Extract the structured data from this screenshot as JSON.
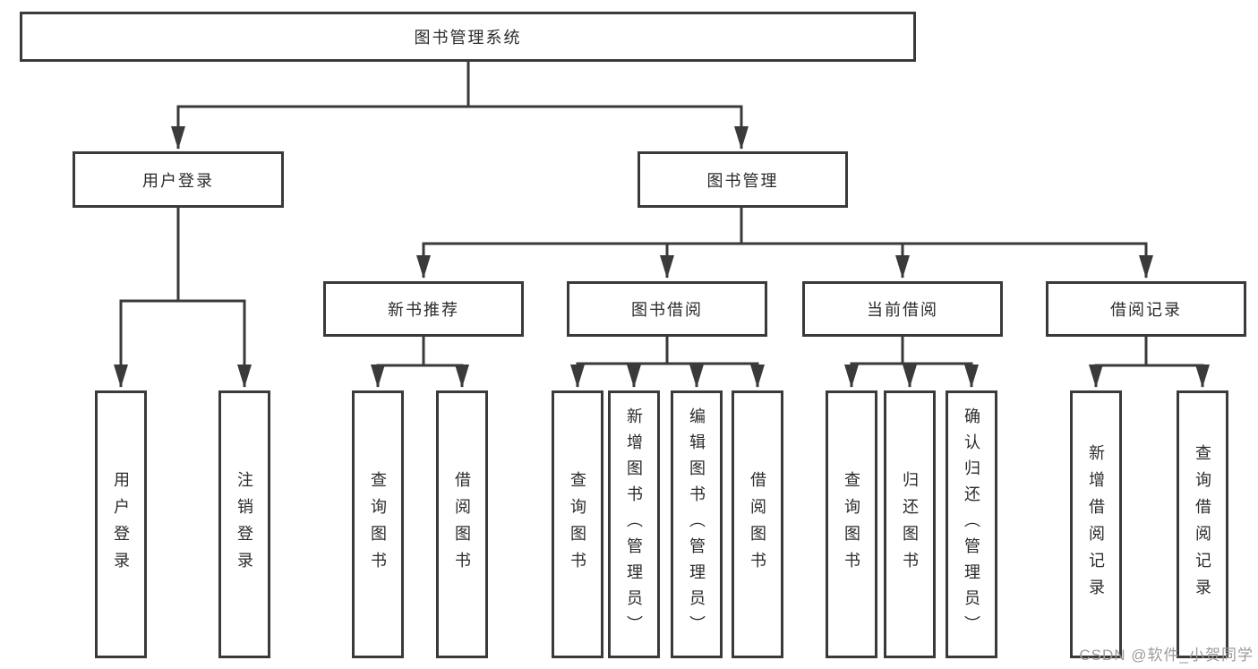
{
  "nodes": {
    "root": "图书管理系统",
    "user_login": "用户登录",
    "book_mgmt": "图书管理",
    "new_book_rec": "新书推荐",
    "book_borrow": "图书借阅",
    "current_borrow": "当前借阅",
    "borrow_record": "借阅记录",
    "leaf_user_login": "用户登录",
    "leaf_logout": "注销登录",
    "leaf_nbr_query": "查询图书",
    "leaf_nbr_borrow": "借阅图书",
    "leaf_bb_query": "查询图书",
    "leaf_bb_add": "新增图书（管理员）",
    "leaf_bb_edit": "编辑图书（管理员）",
    "leaf_bb_borrow": "借阅图书",
    "leaf_cb_query": "查询图书",
    "leaf_cb_return": "归还图书",
    "leaf_cb_confirm": "确认归还（管理员）",
    "leaf_br_add": "新增借阅记录",
    "leaf_br_query": "查询借阅记录"
  },
  "hierarchy": {
    "图书管理系统": {
      "用户登录": [
        "用户登录",
        "注销登录"
      ],
      "图书管理": {
        "新书推荐": [
          "查询图书",
          "借阅图书"
        ],
        "图书借阅": [
          "查询图书",
          "新增图书（管理员）",
          "编辑图书（管理员）",
          "借阅图书"
        ],
        "当前借阅": [
          "查询图书",
          "归还图书",
          "确认归还（管理员）"
        ],
        "借阅记录": [
          "新增借阅记录",
          "查询借阅记录"
        ]
      }
    }
  },
  "watermark": "CSDN @软件_小贺同学",
  "colors": {
    "line": "#3a3a3a",
    "box_border": "#3a3a3a",
    "text": "#2b2b2b",
    "watermark": "#9b9b9b",
    "background": "#ffffff"
  }
}
